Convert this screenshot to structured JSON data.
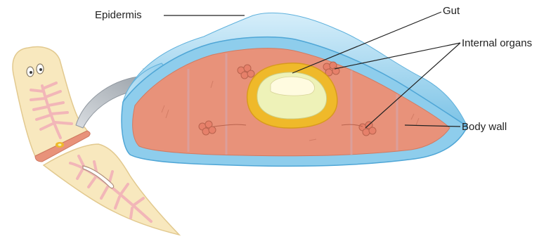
{
  "labels": {
    "epidermis": "Epidermis",
    "gut": "Gut",
    "internal_organs": "Internal organs",
    "body_wall": "Body wall"
  },
  "colors": {
    "epidermis": "#8ecdec",
    "body_wall": "#e8927a",
    "gut_ring": "#efb92a",
    "gut_lumen": "#eef2b8",
    "worm_body": "#f8e8be",
    "worm_branches": "#f2b6b8",
    "arrow": "#a9b1b8",
    "leader_lines": "#222222"
  },
  "icons": [
    "flatworm-front-piece",
    "flatworm-tail-piece",
    "curved-arrow",
    "cross-section-block"
  ]
}
